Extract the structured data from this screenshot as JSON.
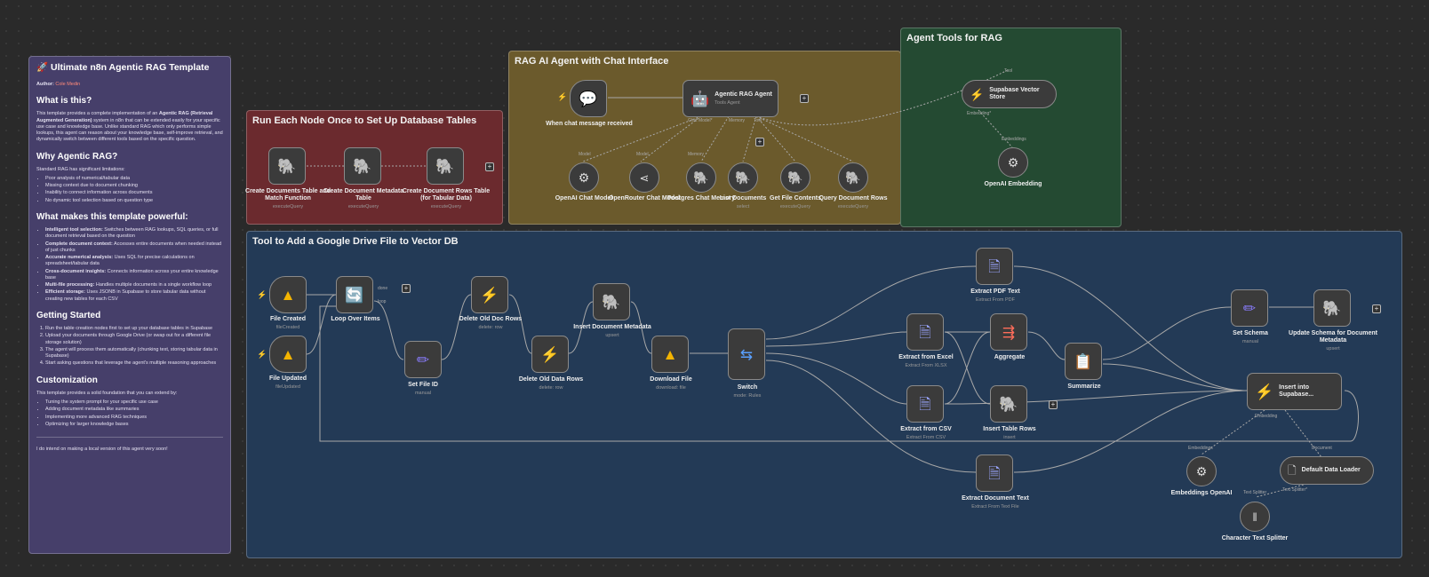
{
  "notes": {
    "title": "🚀 Ultimate n8n Agentic RAG Template",
    "author_label": "Author:",
    "author_name": "Cole Medin",
    "what_heading": "What is this?",
    "what_p1": "This template provides a complete implementation of an ",
    "what_bold": "Agentic RAG (Retrieval Augmented Generation)",
    "what_p2": " system in n8n that can be extended easily for your specific use case and knowledge base. Unlike standard RAG which only performs simple lookups, this agent can reason about your knowledge base, self-improve retrieval, and dynamically switch between different tools based on the specific question.",
    "why_heading": "Why Agentic RAG?",
    "why_intro": "Standard RAG has significant limitations:",
    "why_items": [
      "Poor analysis of numerical/tabular data",
      "Missing context due to document chunking",
      "Inability to connect information across documents",
      "No dynamic tool selection based on question type"
    ],
    "powerful_heading": "What makes this template powerful:",
    "powerful_items": [
      {
        "b": "Intelligent tool selection:",
        "t": " Switches between RAG lookups, SQL queries, or full document retrieval based on the question"
      },
      {
        "b": "Complete document context:",
        "t": " Accesses entire documents when needed instead of just chunks"
      },
      {
        "b": "Accurate numerical analysis:",
        "t": " Uses SQL for precise calculations on spreadsheet/tabular data"
      },
      {
        "b": "Cross-document insights:",
        "t": " Connects information across your entire knowledge base"
      },
      {
        "b": "Multi-file processing:",
        "t": " Handles multiple documents in a single workflow loop"
      },
      {
        "b": "Efficient storage:",
        "t": " Uses JSONB in Supabase to store tabular data without creating new tables for each CSV"
      }
    ],
    "started_heading": "Getting Started",
    "started_items": [
      "Run the table creation nodes first to set up your database tables in Supabase",
      "Upload your documents through Google Drive (or swap out for a different file storage solution)",
      "The agent will process them automatically (chunking text, storing tabular data in Supabase)",
      "Start asking questions that leverage the agent's multiple reasoning approaches"
    ],
    "custom_heading": "Customization",
    "custom_intro": "This template provides a solid foundation that you can extend by:",
    "custom_items": [
      "Tuning the system prompt for your specific use case",
      "Adding document metadata like summaries",
      "Implementing more advanced RAG techniques",
      "Optimizing for larger knowledge bases"
    ],
    "footer": "I do intend on making a local version of this agent very soon!"
  },
  "stickies": {
    "db": "Run Each Node Once to Set Up Database Tables",
    "agent": "RAG AI Agent with Chat Interface",
    "tools": "Agent Tools for RAG",
    "drive": "Tool to Add a Google Drive File to Vector DB"
  },
  "nodes": {
    "create_docs": {
      "label": "Create Documents Table and Match Function",
      "sub": "executeQuery"
    },
    "create_meta": {
      "label": "Create Document Metadata Table",
      "sub": "executeQuery"
    },
    "create_rows": {
      "label": "Create Document Rows Table (for Tabular Data)",
      "sub": "executeQuery"
    },
    "chat_trigger": {
      "label": "When chat message received"
    },
    "agent": {
      "label": "Agentic RAG Agent",
      "sub": "Tools Agent"
    },
    "openai_chat": {
      "label": "OpenAI Chat Model"
    },
    "openrouter": {
      "label": "OpenRouter Chat Model"
    },
    "pg_memory": {
      "label": "Postgres Chat Memory"
    },
    "list_docs": {
      "label": "List Documents",
      "sub": "select"
    },
    "get_contents": {
      "label": "Get File Contents",
      "sub": "executeQuery"
    },
    "query_rows": {
      "label": "Query Document Rows",
      "sub": "executeQuery"
    },
    "supabase_vs": {
      "label": "Supabase Vector Store"
    },
    "openai_embed": {
      "label": "OpenAI Embedding"
    },
    "file_created": {
      "label": "File Created",
      "sub": "fileCreated"
    },
    "file_updated": {
      "label": "File Updated",
      "sub": "fileUpdated"
    },
    "loop": {
      "label": "Loop Over Items"
    },
    "set_file_id": {
      "label": "Set File ID",
      "sub": "manual"
    },
    "del_old_doc": {
      "label": "Delete Old Doc Rows",
      "sub": "delete: row"
    },
    "del_old_data": {
      "label": "Delete Old Data Rows",
      "sub": "delete: row"
    },
    "insert_meta": {
      "label": "Insert Document Metadata",
      "sub": "upsert"
    },
    "download": {
      "label": "Download File",
      "sub": "download: file"
    },
    "switch": {
      "label": "Switch",
      "sub": "mode: Rules"
    },
    "extract_pdf": {
      "label": "Extract PDF Text",
      "sub": "Extract From PDF"
    },
    "extract_excel": {
      "label": "Extract from Excel",
      "sub": "Extract From XLSX"
    },
    "extract_csv": {
      "label": "Extract from CSV",
      "sub": "Extract From CSV"
    },
    "extract_doc": {
      "label": "Extract Document Text",
      "sub": "Extract From Text File"
    },
    "aggregate": {
      "label": "Aggregate"
    },
    "insert_rows": {
      "label": "Insert Table Rows",
      "sub": "insert"
    },
    "summarize": {
      "label": "Summarize"
    },
    "set_schema": {
      "label": "Set Schema",
      "sub": "manual"
    },
    "update_schema": {
      "label": "Update Schema for Document Metadata",
      "sub": "upsert"
    },
    "insert_supabase": {
      "label": "Insert into Supabase..."
    },
    "embed_openai": {
      "label": "Embeddings OpenAI"
    },
    "default_loader": {
      "label": "Default Data Loader"
    },
    "char_splitter": {
      "label": "Character Text Splitter"
    }
  },
  "ports": {
    "chat_model": "Chat Model*",
    "memory": "Memory",
    "tool": "Tool",
    "model": "Model",
    "embedding": "Embedding*",
    "embeddings": "Embeddings",
    "done": "done",
    "loop": "loop",
    "embedding_doc": "Embedding",
    "document": "Document",
    "text_splitter": "Text Splitter",
    "text_splitter_req": "Text Splitter*"
  },
  "colors": {
    "db_sticky": "#6b2a2e",
    "agent_sticky": "#6b5a2c",
    "tools_sticky": "#244a32",
    "drive_sticky": "#233a56",
    "notes": "#463f6a",
    "trigger_bolt": "#ff6d5a"
  }
}
